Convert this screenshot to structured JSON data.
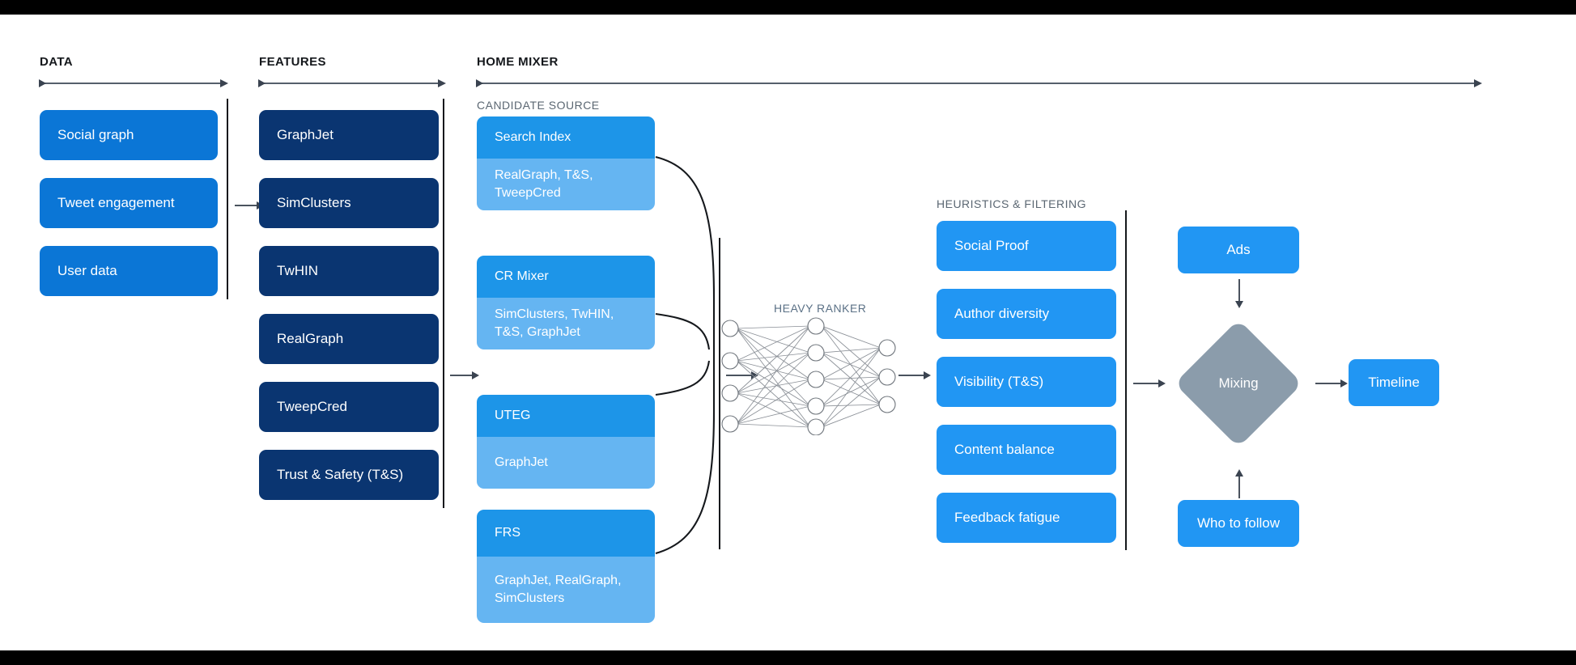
{
  "stages": [
    {
      "key": "data",
      "label": "DATA"
    },
    {
      "key": "features",
      "label": "FEATURES"
    },
    {
      "key": "home_mixer",
      "label": "HOME MIXER"
    }
  ],
  "section_labels": {
    "candidate_source": "CANDIDATE SOURCE",
    "heavy_ranker": "HEAVY RANKER",
    "heuristics": "HEURISTICS & FILTERING"
  },
  "data_column": {
    "items": [
      {
        "label": "Social graph"
      },
      {
        "label": "Tweet engagement"
      },
      {
        "label": "User data"
      }
    ]
  },
  "features_column": {
    "items": [
      {
        "label": "GraphJet"
      },
      {
        "label": "SimClusters"
      },
      {
        "label": "TwHIN"
      },
      {
        "label": "RealGraph"
      },
      {
        "label": "TweepCred"
      },
      {
        "label": "Trust & Safety (T&S)"
      }
    ]
  },
  "candidate_sources": {
    "cards": [
      {
        "title": "Search Index",
        "detail": "RealGraph, T&S, TweepCred"
      },
      {
        "title": "CR Mixer",
        "detail": "SimClusters, TwHIN, T&S, GraphJet"
      },
      {
        "title": "UTEG",
        "detail": "GraphJet"
      },
      {
        "title": "FRS",
        "detail": "GraphJet, RealGraph, SimClusters"
      }
    ]
  },
  "heavy_ranker": {
    "layers": [
      4,
      5,
      3
    ]
  },
  "heuristics_column": {
    "items": [
      {
        "label": "Social Proof"
      },
      {
        "label": "Author diversity"
      },
      {
        "label": "Visibility (T&S)"
      },
      {
        "label": "Content balance"
      },
      {
        "label": "Feedback fatigue"
      }
    ]
  },
  "output_stage": {
    "ads": "Ads",
    "mixing": "Mixing",
    "who_to_follow": "Who to follow",
    "timeline": "Timeline"
  },
  "colors": {
    "data_blue": "#0b76d6",
    "feature_navy": "#0a3571",
    "card_header": "#1d95e8",
    "card_body": "#65b5f2",
    "heuristic_blue": "#2196f3",
    "mixing_gray": "#8b9cab",
    "line": "#4a535e"
  }
}
